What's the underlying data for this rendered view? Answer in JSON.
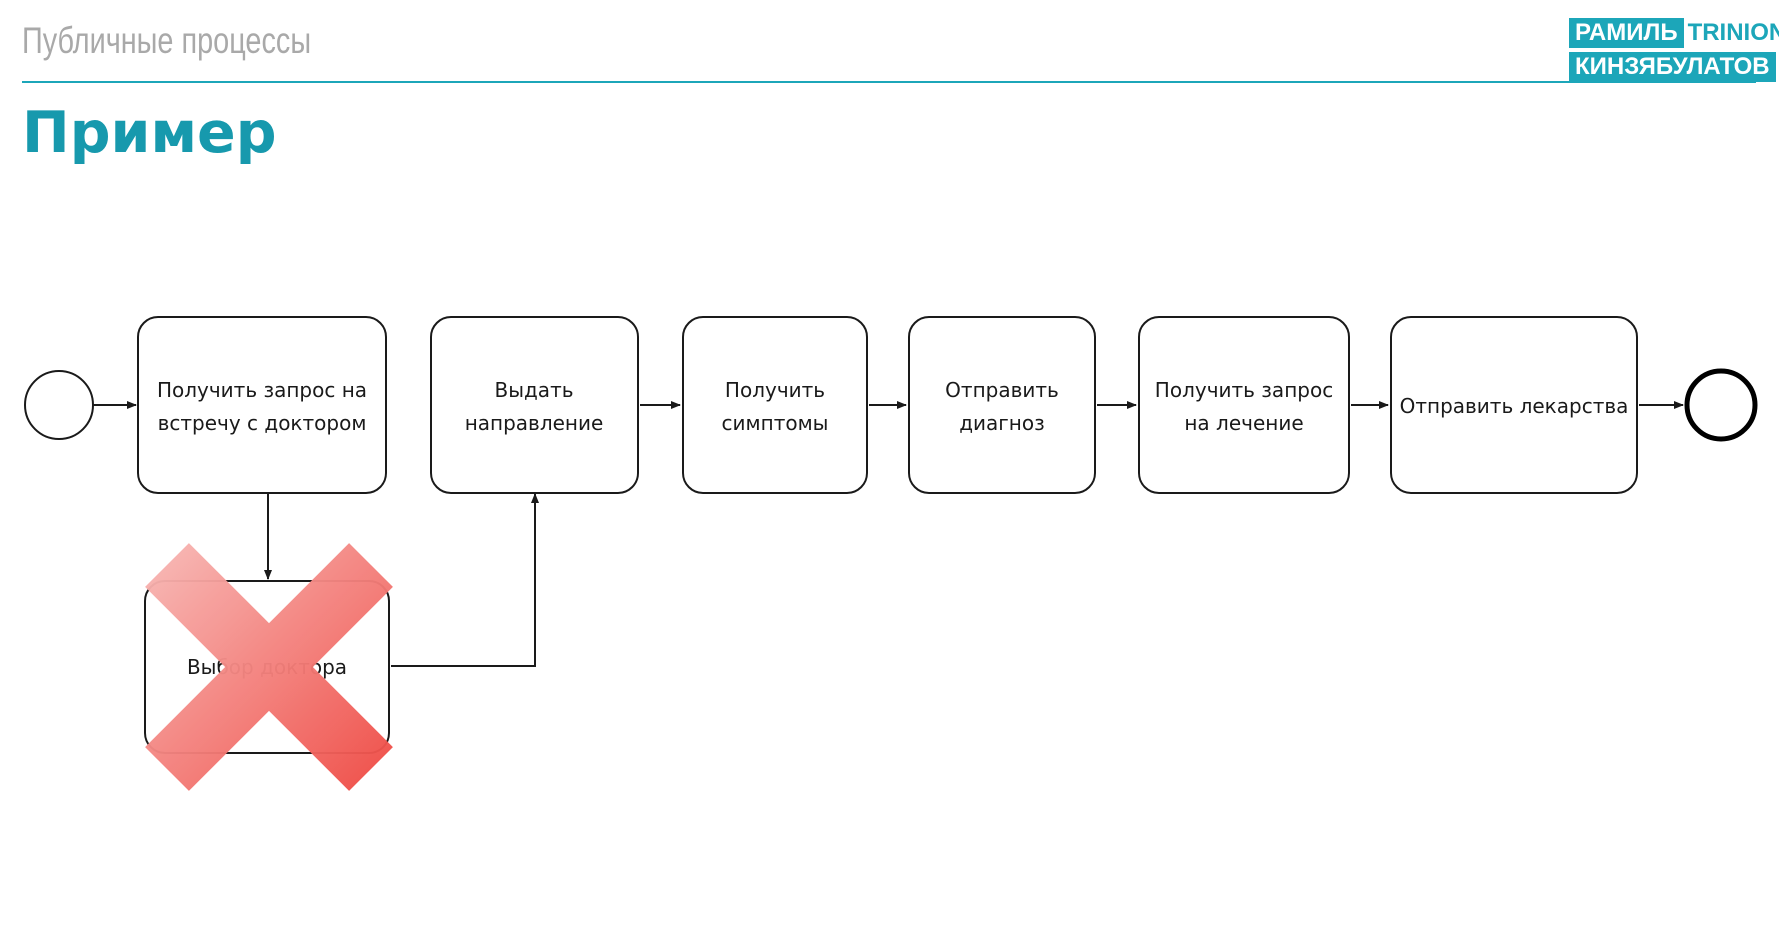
{
  "header": {
    "section_title": "Публичные процессы",
    "slide_title": "Пример"
  },
  "logo": {
    "line1_a": "РАМИЛЬ",
    "line1_b": "TRINION",
    "line2": "КИНЗЯБУЛАТОВ"
  },
  "diagram": {
    "start_event": "start",
    "end_event": "end",
    "tasks": [
      {
        "lines": [
          "Получить запрос на",
          "встречу с доктором"
        ]
      },
      {
        "lines": [
          "Выдать",
          "направление"
        ]
      },
      {
        "lines": [
          "Получить",
          "симптомы"
        ]
      },
      {
        "lines": [
          "Отправить",
          "диагноз"
        ]
      },
      {
        "lines": [
          "Получить запрос",
          "на лечение"
        ]
      },
      {
        "lines": [
          "Отправить лекарства"
        ]
      }
    ],
    "removed_task": {
      "lines": [
        "Выбор доктора"
      ],
      "status": "crossed-out"
    },
    "colors": {
      "accent": "#1ca6b9",
      "title": "#1799ad",
      "cross": "#f25a55",
      "stroke": "#1a1a1a"
    }
  }
}
